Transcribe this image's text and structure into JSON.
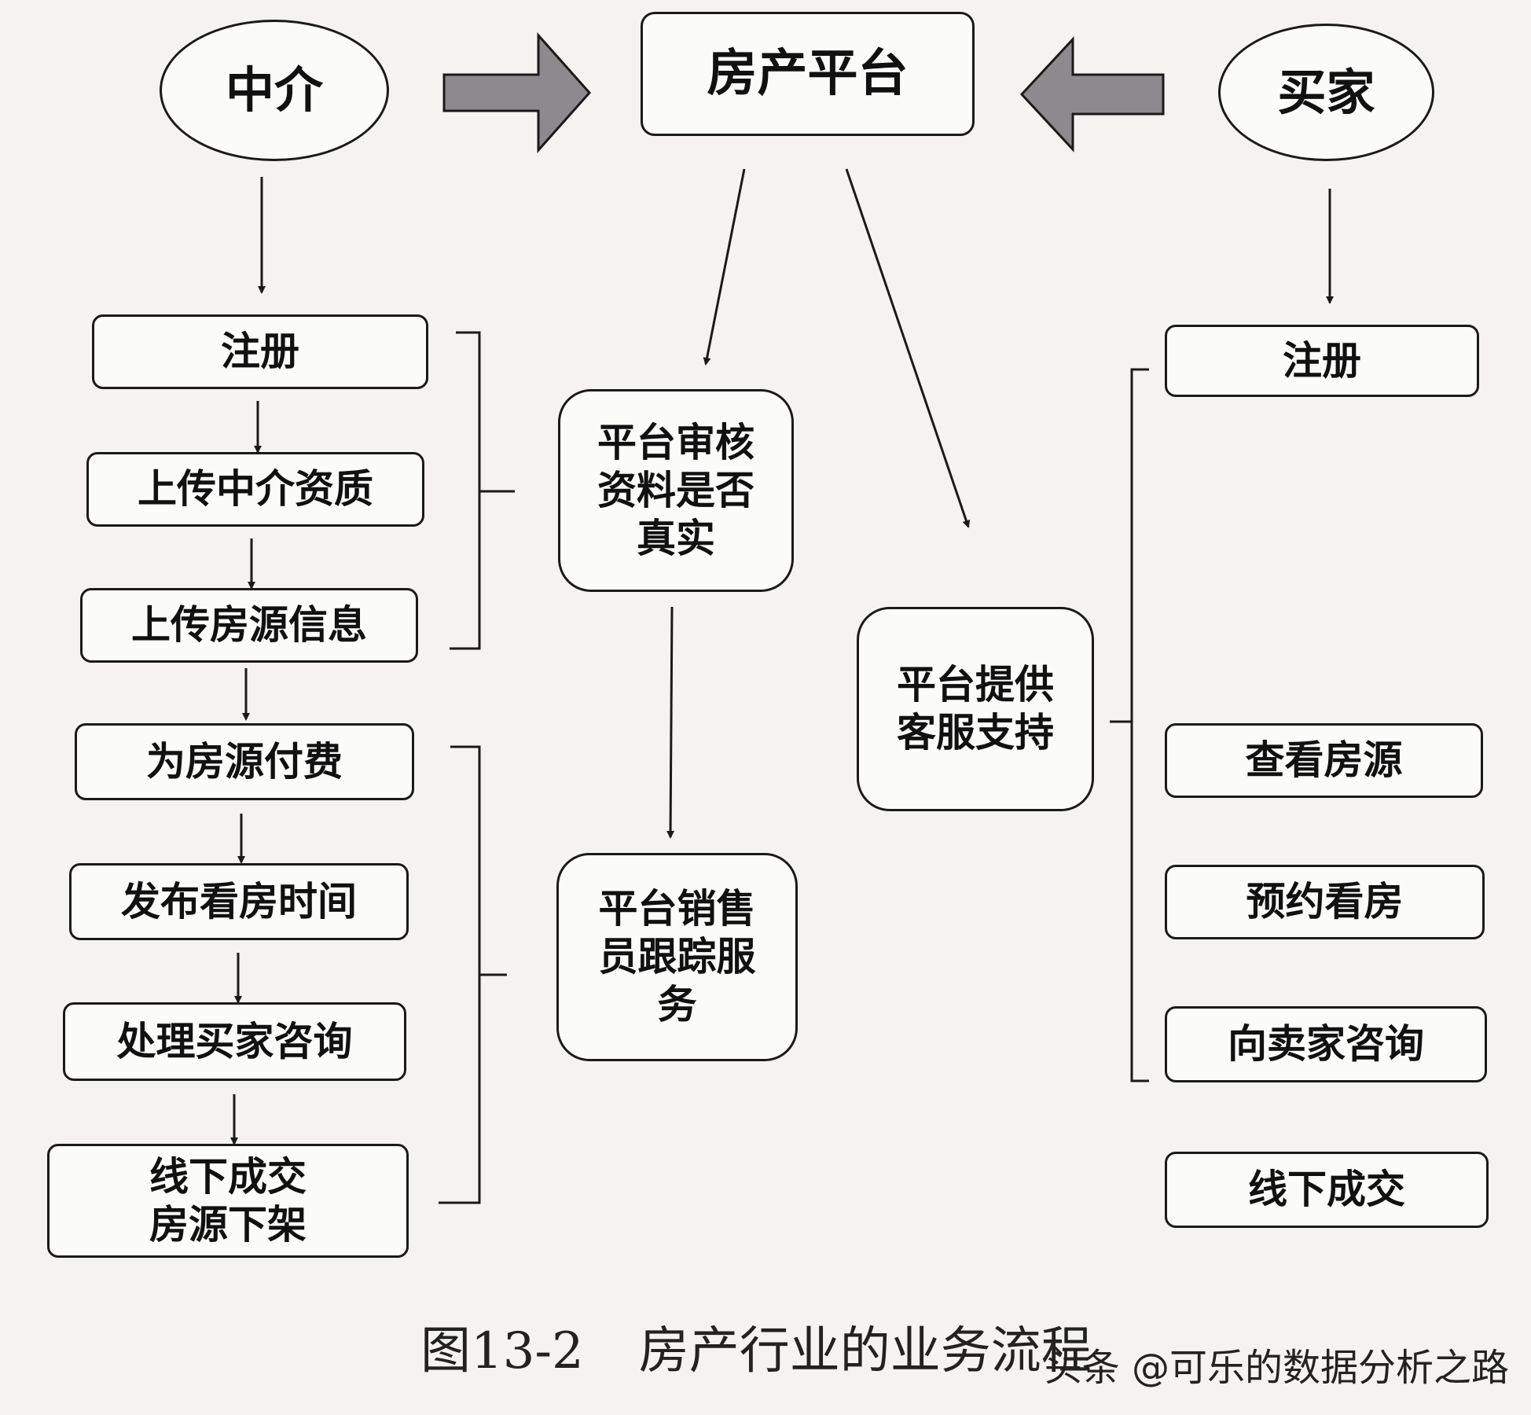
{
  "top": {
    "agent": "中介",
    "platform": "房产平台",
    "buyer": "买家"
  },
  "agent_steps": [
    "注册",
    "上传中介资质",
    "上传房源信息",
    "为房源付费",
    "发布看房时间",
    "处理买家咨询",
    "线下成交\n房源下架"
  ],
  "platform_steps": {
    "review": "平台审核\n资料是否\n真实",
    "sales": "平台销售\n员跟踪服\n务",
    "support": "平台提供\n客服支持"
  },
  "buyer_steps": [
    "注册",
    "查看房源",
    "预约看房",
    "向卖家咨询",
    "线下成交"
  ],
  "caption": {
    "number": "图13-2",
    "title": "房产行业的业务流程"
  },
  "watermark": "头条 @可乐的数据分析之路",
  "colors": {
    "stroke": "#1a1a1a",
    "big_arrow_fill": "#8c8a8d",
    "background": "#f4f3f1"
  }
}
